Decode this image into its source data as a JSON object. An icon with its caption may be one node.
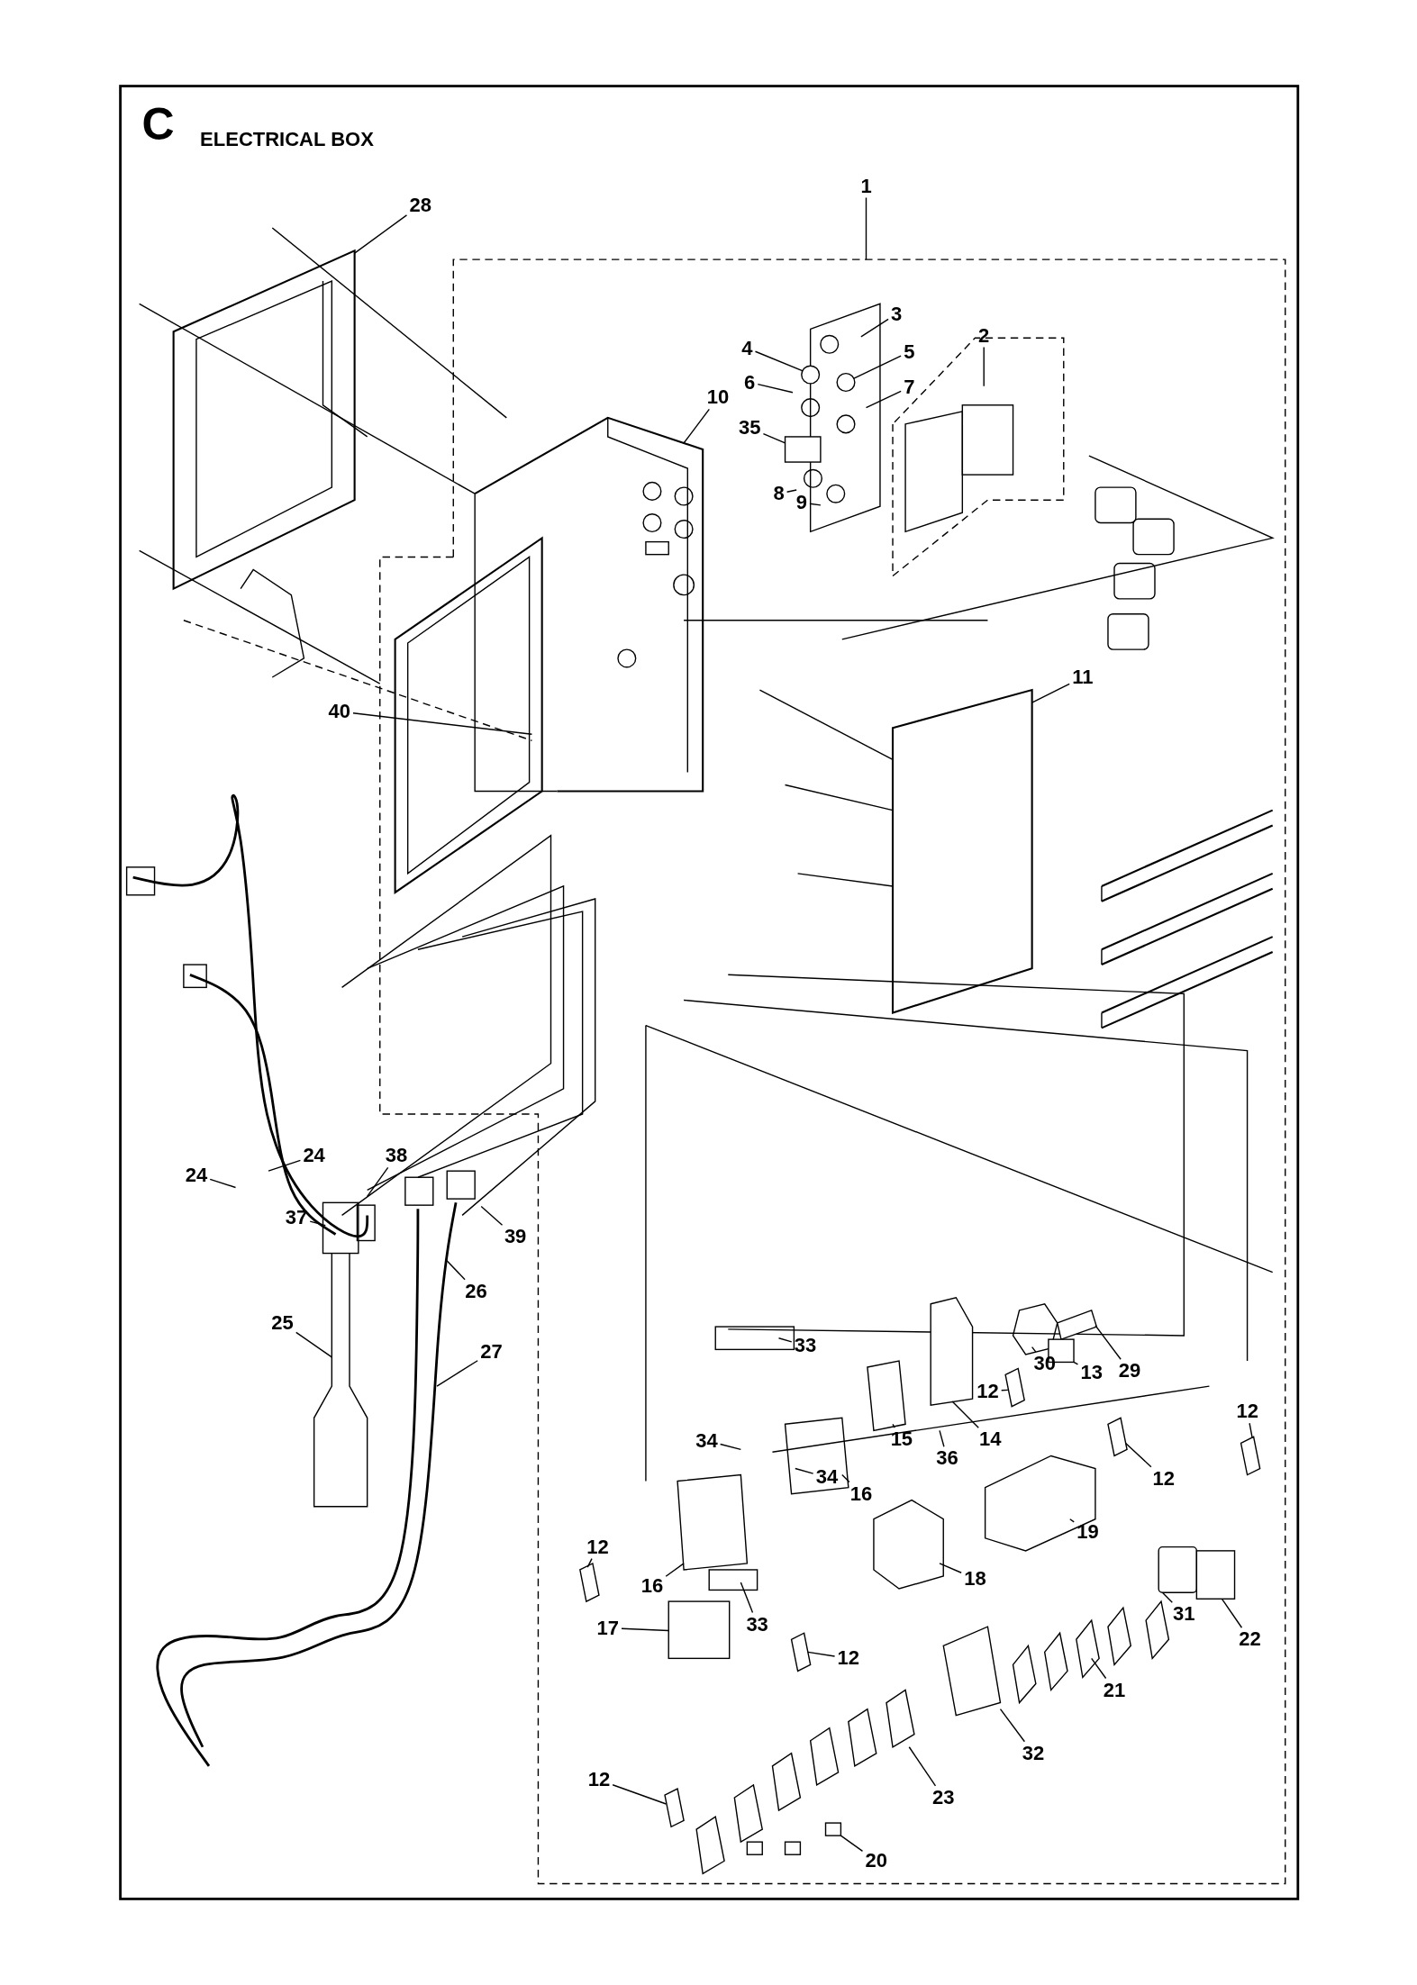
{
  "diagram": {
    "title": "ELECTRICAL BOX",
    "nodes": [
      {
        "text": [
          "1"
        ]
      },
      {
        "text": [
          "28"
        ]
      },
      {
        "text": [
          "3"
        ]
      },
      {
        "text": [
          "4"
        ]
      },
      {
        "text": [
          "5"
        ]
      },
      {
        "text": [
          "2"
        ]
      },
      {
        "text": [
          "6"
        ]
      },
      {
        "text": [
          "7"
        ]
      },
      {
        "text": [
          "10"
        ]
      },
      {
        "text": [
          "35"
        ]
      },
      {
        "text": [
          "8"
        ]
      },
      {
        "text": [
          "9"
        ]
      },
      {
        "text": [
          "11"
        ]
      },
      {
        "text": [
          "40"
        ]
      },
      {
        "text": [
          "24"
        ]
      },
      {
        "text": [
          "24"
        ]
      },
      {
        "text": [
          "38"
        ]
      },
      {
        "text": [
          "37"
        ]
      },
      {
        "text": [
          "39"
        ]
      },
      {
        "text": [
          "26"
        ]
      },
      {
        "text": [
          "25"
        ]
      },
      {
        "text": [
          "27"
        ]
      },
      {
        "text": [
          "12"
        ]
      },
      {
        "text": [
          "33"
        ]
      },
      {
        "text": [
          "29"
        ]
      },
      {
        "text": [
          "30"
        ]
      },
      {
        "text": [
          "13"
        ]
      },
      {
        "text": [
          "14"
        ]
      },
      {
        "text": [
          "34"
        ]
      },
      {
        "text": [
          "15"
        ]
      },
      {
        "text": [
          "36"
        ]
      },
      {
        "text": [
          "16"
        ]
      },
      {
        "text": [
          "34"
        ]
      },
      {
        "text": [
          "12"
        ]
      },
      {
        "text": [
          "12"
        ]
      },
      {
        "text": [
          "19"
        ]
      },
      {
        "text": [
          "12"
        ]
      },
      {
        "text": [
          "16"
        ]
      },
      {
        "text": [
          "18"
        ]
      },
      {
        "text": [
          "31"
        ]
      },
      {
        "text": [
          "22"
        ]
      },
      {
        "text": [
          "17"
        ]
      },
      {
        "text": [
          "33"
        ]
      },
      {
        "text": [
          "12"
        ]
      },
      {
        "text": [
          "21"
        ]
      },
      {
        "text": [
          "32"
        ]
      },
      {
        "text": [
          "23"
        ]
      },
      {
        "text": [
          "12"
        ]
      },
      {
        "text": [
          "20"
        ]
      },
      {
        "text": [],
        "shape": "circle"
      },
      {
        "text": [],
        "shape": "circle"
      },
      {
        "text": [],
        "shape": "box"
      },
      {
        "text": [],
        "shape": "bracket"
      },
      {
        "text": [],
        "shape": "bracket"
      },
      {
        "text": [],
        "shape": "box"
      },
      {
        "text": [],
        "shape": "box"
      },
      {
        "text": [],
        "shape": "bracket"
      },
      {
        "text": [],
        "shape": "bracket"
      },
      {
        "text": [],
        "shape": "box"
      },
      {
        "text": [],
        "shape": "box"
      },
      {
        "text": [],
        "shape": "bracket"
      },
      {
        "text": [],
        "shape": "bracket"
      },
      {
        "text": [],
        "shape": "box"
      },
      {
        "text": [],
        "shape": "bracket"
      }
    ],
    "edges": [
      {
        "from": 0,
        "to": null,
        "arrow": "none"
      },
      {
        "from": 1,
        "to": null,
        "arrow": "none"
      },
      {
        "from": 2,
        "to": null,
        "arrow": "none"
      },
      {
        "from": 3,
        "to": 49,
        "arrow": "none"
      },
      {
        "from": 4,
        "to": 50,
        "arrow": "none"
      },
      {
        "from": 5,
        "to": null,
        "arrow": "none"
      },
      {
        "from": 6,
        "to": null,
        "arrow": "none"
      },
      {
        "from": 7,
        "to": null,
        "arrow": "none"
      },
      {
        "from": 8,
        "to": null,
        "arrow": "none"
      },
      {
        "from": 9,
        "to": 51,
        "arrow": "none"
      },
      {
        "from": 10,
        "to": null,
        "arrow": "none"
      },
      {
        "from": 11,
        "to": null,
        "arrow": "none"
      },
      {
        "from": 12,
        "to": null,
        "arrow": "none"
      },
      {
        "from": 13,
        "to": null,
        "arrow": "none"
      },
      {
        "from": 14,
        "to": null,
        "arrow": "none"
      },
      {
        "from": 15,
        "to": null,
        "arrow": "none"
      },
      {
        "from": 16,
        "to": null,
        "arrow": "none"
      },
      {
        "from": 17,
        "to": null,
        "arrow": "none"
      },
      {
        "from": 18,
        "to": null,
        "arrow": "none"
      },
      {
        "from": 19,
        "to": null,
        "arrow": "none"
      },
      {
        "from": 20,
        "to": null,
        "arrow": "none"
      },
      {
        "from": 21,
        "to": null,
        "arrow": "none"
      },
      {
        "from": 22,
        "to": 54,
        "arrow": "none"
      },
      {
        "from": 23,
        "to": null,
        "arrow": "none"
      },
      {
        "from": 24,
        "to": 52,
        "arrow": "none"
      },
      {
        "from": 25,
        "to": null,
        "arrow": "none"
      },
      {
        "from": 26,
        "to": 53,
        "arrow": "none"
      },
      {
        "from": 27,
        "to": 55,
        "arrow": "none"
      },
      {
        "from": 28,
        "to": null,
        "arrow": "none"
      },
      {
        "from": 29,
        "to": null,
        "arrow": "none"
      },
      {
        "from": 30,
        "to": null,
        "arrow": "none"
      },
      {
        "from": 31,
        "to": null,
        "arrow": "none"
      },
      {
        "from": 32,
        "to": null,
        "arrow": "none"
      },
      {
        "from": 33,
        "to": 56,
        "arrow": "none"
      },
      {
        "from": 34,
        "to": 57,
        "arrow": "none"
      },
      {
        "from": 35,
        "to": null,
        "arrow": "none"
      },
      {
        "from": 36,
        "to": 63,
        "arrow": "none"
      },
      {
        "from": 37,
        "to": null,
        "arrow": "none"
      },
      {
        "from": 38,
        "to": null,
        "arrow": "none"
      },
      {
        "from": 39,
        "to": null,
        "arrow": "none"
      },
      {
        "from": 40,
        "to": 58,
        "arrow": "none"
      },
      {
        "from": 41,
        "to": 59,
        "arrow": "none"
      },
      {
        "from": 42,
        "to": null,
        "arrow": "none"
      },
      {
        "from": 43,
        "to": 60,
        "arrow": "none"
      },
      {
        "from": 44,
        "to": null,
        "arrow": "none"
      },
      {
        "from": 45,
        "to": null,
        "arrow": "none"
      },
      {
        "from": 46,
        "to": null,
        "arrow": "none"
      },
      {
        "from": 47,
        "to": 61,
        "arrow": "none"
      },
      {
        "from": 48,
        "to": 62,
        "arrow": "none"
      }
    ],
    "labels": [
      "C"
    ]
  }
}
